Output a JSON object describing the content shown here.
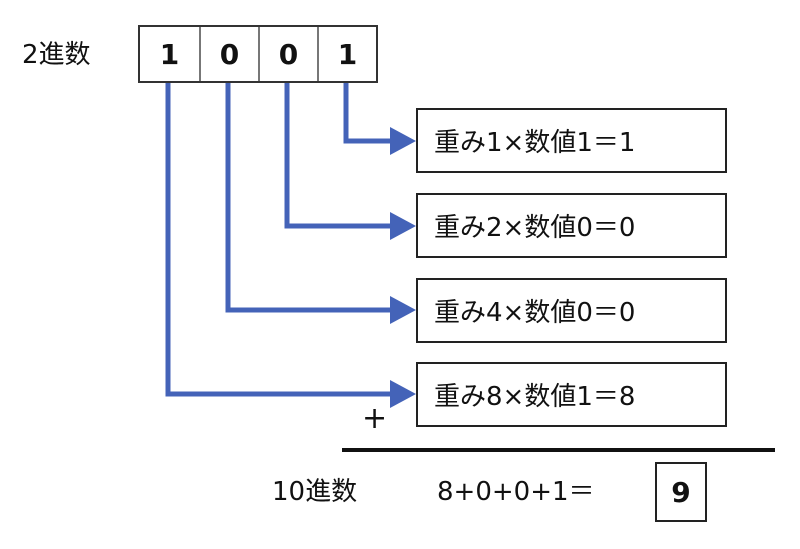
{
  "binary_label": "2進数",
  "bits": [
    "1",
    "0",
    "0",
    "1"
  ],
  "weight_rows": [
    {
      "text": "重み1×数値1＝1"
    },
    {
      "text": "重み2×数値0＝0"
    },
    {
      "text": "重み4×数値0＝0"
    },
    {
      "text": "重み8×数値1＝8"
    }
  ],
  "plus_sign": "+",
  "decimal_label": "10進数",
  "sum_expression": "8+0+0+1＝",
  "result": "9",
  "colors": {
    "arrow": "#4463b8"
  }
}
